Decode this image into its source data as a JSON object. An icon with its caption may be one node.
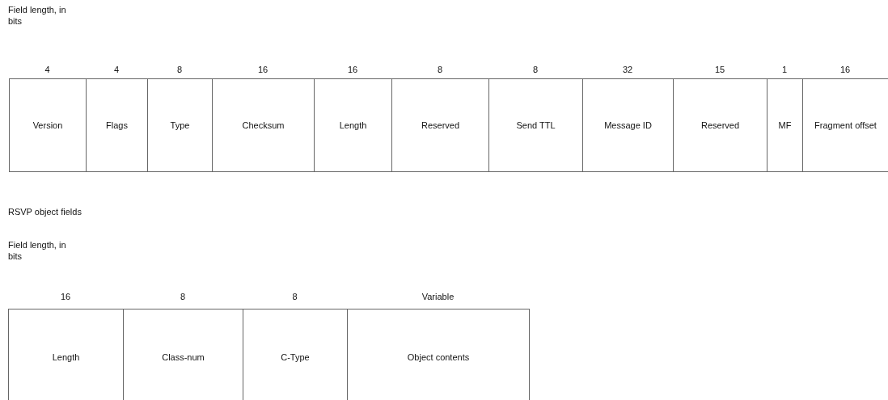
{
  "diagram": {
    "nodes": [
      {
        "text": [
          "Version"
        ],
        "beside": [
          "4"
        ]
      },
      {
        "text": [
          "Flags"
        ],
        "beside": [
          "4"
        ]
      },
      {
        "text": [
          "Type"
        ],
        "beside": [
          "8"
        ]
      },
      {
        "text": [
          "Checksum"
        ],
        "beside": [
          "16"
        ]
      },
      {
        "text": [
          "Length"
        ],
        "beside": [
          "16"
        ]
      },
      {
        "text": [
          "Reserved"
        ],
        "beside": [
          "8"
        ]
      },
      {
        "text": [
          "Send TTL"
        ],
        "beside": [
          "8"
        ]
      },
      {
        "text": [
          "Message ID"
        ],
        "beside": [
          "32"
        ]
      },
      {
        "text": [
          "Reserved"
        ],
        "beside": [
          "15"
        ]
      },
      {
        "text": [
          "MF"
        ],
        "beside": [
          "1"
        ]
      },
      {
        "text": [
          "Fragment offset"
        ],
        "beside": [
          "16"
        ]
      },
      {
        "text": [
          "Length"
        ],
        "beside": [
          "16"
        ]
      },
      {
        "text": [
          "Class-num"
        ],
        "beside": [
          "8"
        ]
      },
      {
        "text": [
          "C-Type"
        ],
        "beside": [
          "8"
        ]
      },
      {
        "text": [
          "Object contents"
        ],
        "beside": [
          "Variable"
        ]
      }
    ],
    "labels": [
      "Field length, in bits",
      "RSVP object fields",
      "Field length, in bits"
    ]
  }
}
